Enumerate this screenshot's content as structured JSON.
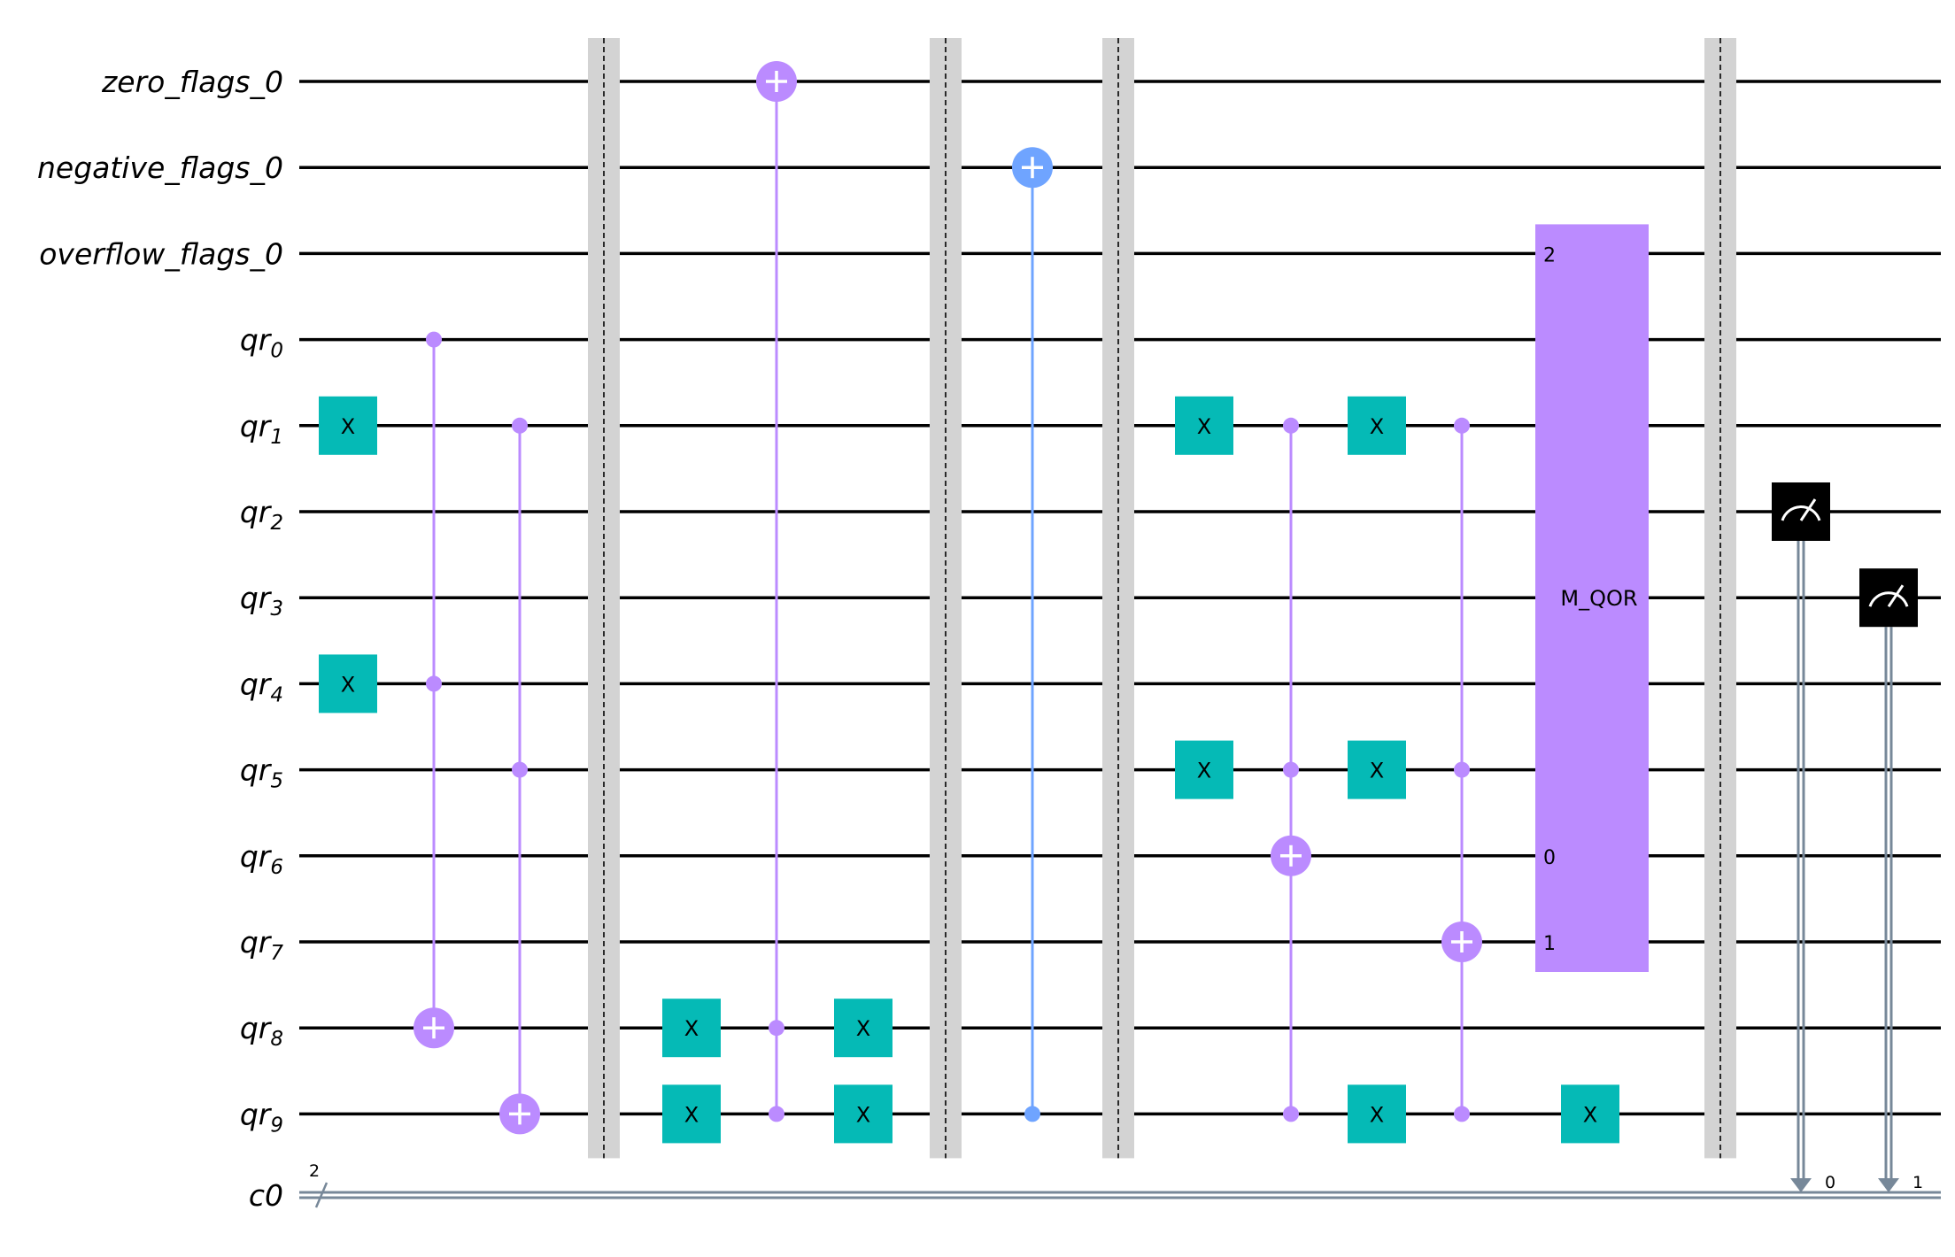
{
  "colors": {
    "wire": "#000000",
    "x_gate": "#05bab6",
    "ccx": "#bb8bff",
    "cx": "#6fa4ff",
    "barrier": "#d3d3d3",
    "measure_box": "#000000",
    "classical": "#778899",
    "custom_gate": "#bb8bff"
  },
  "qubits": [
    {
      "name": "zero_flags_0",
      "base": "zero_flags_0",
      "sub": ""
    },
    {
      "name": "negative_flags_0",
      "base": "negative_flags_0",
      "sub": ""
    },
    {
      "name": "overflow_flags_0",
      "base": "overflow_flags_0",
      "sub": ""
    },
    {
      "name": "qr0",
      "base": "qr",
      "sub": "0"
    },
    {
      "name": "qr1",
      "base": "qr",
      "sub": "1"
    },
    {
      "name": "qr2",
      "base": "qr",
      "sub": "2"
    },
    {
      "name": "qr3",
      "base": "qr",
      "sub": "3"
    },
    {
      "name": "qr4",
      "base": "qr",
      "sub": "4"
    },
    {
      "name": "qr5",
      "base": "qr",
      "sub": "5"
    },
    {
      "name": "qr6",
      "base": "qr",
      "sub": "6"
    },
    {
      "name": "qr7",
      "base": "qr",
      "sub": "7"
    },
    {
      "name": "qr8",
      "base": "qr",
      "sub": "8"
    },
    {
      "name": "qr9",
      "base": "qr",
      "sub": "9"
    }
  ],
  "classical_register": {
    "name": "c0",
    "size_label": "2"
  },
  "gates": [
    {
      "type": "x",
      "label": "X",
      "col": 0,
      "target": 4
    },
    {
      "type": "x",
      "label": "X",
      "col": 0,
      "target": 7
    },
    {
      "type": "ccx",
      "col": 1,
      "controls": [
        3,
        7
      ],
      "target": 11
    },
    {
      "type": "ccx",
      "col": 2,
      "controls": [
        4,
        8
      ],
      "target": 12
    },
    {
      "type": "barrier",
      "col": 3
    },
    {
      "type": "x",
      "label": "X",
      "col": 4,
      "target": 11
    },
    {
      "type": "x",
      "label": "X",
      "col": 4,
      "target": 12
    },
    {
      "type": "ccx",
      "col": 5,
      "controls": [
        11,
        12
      ],
      "target": 0
    },
    {
      "type": "x",
      "label": "X",
      "col": 6,
      "target": 11
    },
    {
      "type": "x",
      "label": "X",
      "col": 6,
      "target": 12
    },
    {
      "type": "barrier",
      "col": 7
    },
    {
      "type": "cx",
      "col": 8,
      "controls": [
        12
      ],
      "target": 1
    },
    {
      "type": "barrier",
      "col": 9
    },
    {
      "type": "x",
      "label": "X",
      "col": 10,
      "target": 4
    },
    {
      "type": "x",
      "label": "X",
      "col": 10,
      "target": 8
    },
    {
      "type": "ccx",
      "col": 11,
      "controls": [
        4,
        8,
        12
      ],
      "target": 9
    },
    {
      "type": "x",
      "label": "X",
      "col": 12,
      "target": 4
    },
    {
      "type": "x",
      "label": "X",
      "col": 12,
      "target": 8
    },
    {
      "type": "x",
      "label": "X",
      "col": 12,
      "target": 12
    },
    {
      "type": "ccx",
      "col": 13,
      "controls": [
        4,
        8,
        12
      ],
      "target": 10
    },
    {
      "type": "custom",
      "label": "M_QOR",
      "col": 14.5,
      "span": [
        2,
        10
      ],
      "ports": [
        {
          "qubit": 2,
          "label": "2"
        },
        {
          "qubit": 9,
          "label": "0"
        },
        {
          "qubit": 10,
          "label": "1"
        }
      ]
    },
    {
      "type": "x",
      "label": "X",
      "col": 15,
      "target": 12
    },
    {
      "type": "barrier",
      "col": 16
    },
    {
      "type": "measure",
      "col": 17,
      "qubit": 5,
      "clbit_label": "0"
    },
    {
      "type": "measure",
      "col": 18,
      "qubit": 6,
      "clbit_label": "1"
    }
  ]
}
